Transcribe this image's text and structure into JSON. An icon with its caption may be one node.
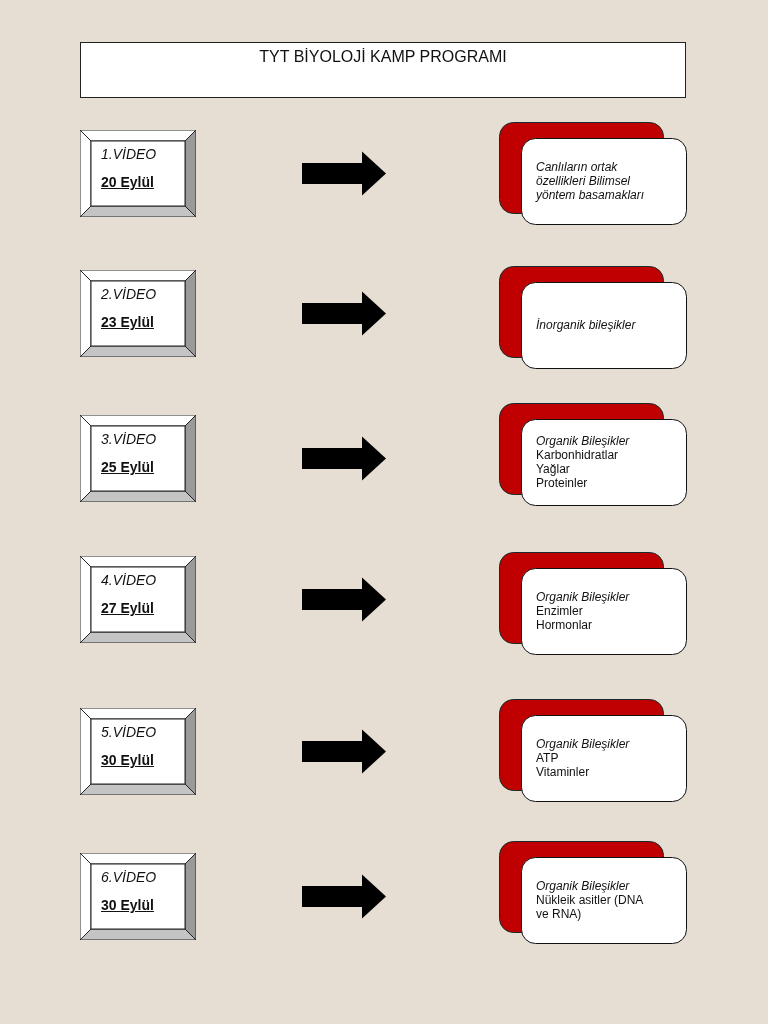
{
  "diagram": {
    "title": "TYT BİYOLOJİ KAMP PROGRAMI",
    "nodes": [
      {
        "text": [
          "1.VİDEO",
          "20 Eylül"
        ]
      },
      {
        "text": [
          "Canlıların ortak özellikleri Bilimsel yöntem basamakları"
        ]
      },
      {
        "text": [
          "2.VİDEO",
          "23 Eylül"
        ]
      },
      {
        "text": [
          "İnorganik bileşikler"
        ]
      },
      {
        "text": [
          "3.VİDEO",
          "25 Eylül"
        ]
      },
      {
        "text": [
          "Organik Bileşikler",
          "Karbonhidratlar",
          "Yağlar",
          "Proteinler"
        ]
      },
      {
        "text": [
          "4.VİDEO",
          "27 Eylül"
        ]
      },
      {
        "text": [
          "Organik Bileşikler",
          "Enzimler",
          "Hormonlar"
        ]
      },
      {
        "text": [
          "5.VİDEO",
          "30 Eylül"
        ]
      },
      {
        "text": [
          "Organik Bileşikler",
          "ATP",
          "Vitaminler"
        ]
      },
      {
        "text": [
          "6.VİDEO",
          "30 Eylül"
        ]
      },
      {
        "text": [
          "Organik Bileşikler",
          "Nükleik asitler (DNA ve RNA)"
        ]
      }
    ],
    "edges": [
      {
        "from": 0,
        "to": 1,
        "arrow": "to"
      },
      {
        "from": 2,
        "to": 3,
        "arrow": "to"
      },
      {
        "from": 4,
        "to": 5,
        "arrow": "to"
      },
      {
        "from": 6,
        "to": 7,
        "arrow": "to"
      },
      {
        "from": 8,
        "to": 9,
        "arrow": "to"
      },
      {
        "from": 10,
        "to": 11,
        "arrow": "to"
      }
    ]
  }
}
